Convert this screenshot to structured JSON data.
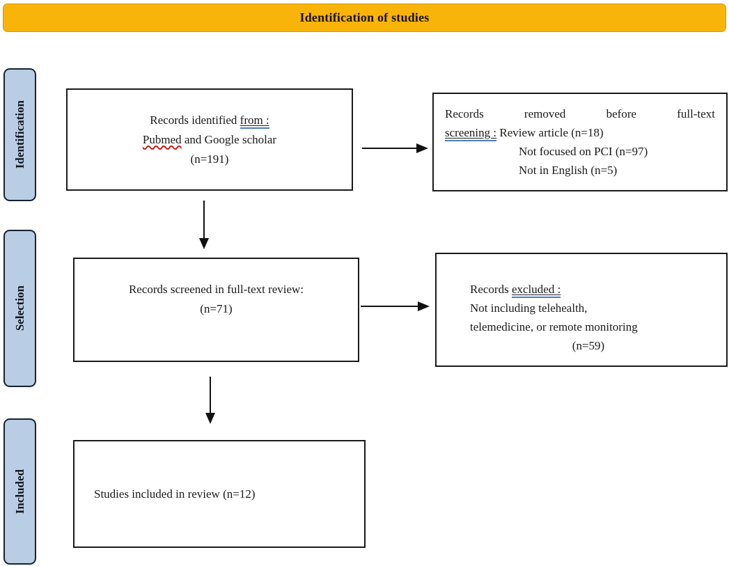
{
  "banner": {
    "title": "Identification of studies"
  },
  "sidebar": {
    "labels": [
      "Identification",
      "Selection",
      "Included"
    ]
  },
  "boxes": {
    "identified": {
      "line1_text": "Records identified",
      "line1_underlined": "from :",
      "line2_word": "Pubmed",
      "line2_rest": "and Google scholar",
      "line3": "(n=191)"
    },
    "removed": {
      "line1": "Records removed before full-text",
      "line2_underlined": "screening :",
      "line2_rest": "Review article (n=18)",
      "line3": "Not focused on PCI (n=97)",
      "line4": "Not in English (n=5)"
    },
    "screened": {
      "line1": "Records screened in full-text review:",
      "line2": "(n=71)"
    },
    "excluded": {
      "line1_text": "Records",
      "line1_underlined": "excluded :",
      "line2": "Not including telehealth,",
      "line3": "telemedicine, or remote monitoring",
      "line4": "(n=59)"
    },
    "included": {
      "line1": "Studies included in review (n=12)"
    }
  },
  "colors": {
    "banner_bg": "#F9B40A",
    "banner_border": "#D49A00",
    "sidebar_bg": "#B9CDE4",
    "sidebar_border": "#17222E",
    "box_border": "#1A1A1A",
    "grammar_underline_blue": "#4A7EBB",
    "spellcheck_underline_red": "#CC1F1A",
    "arrow": "#111111"
  }
}
